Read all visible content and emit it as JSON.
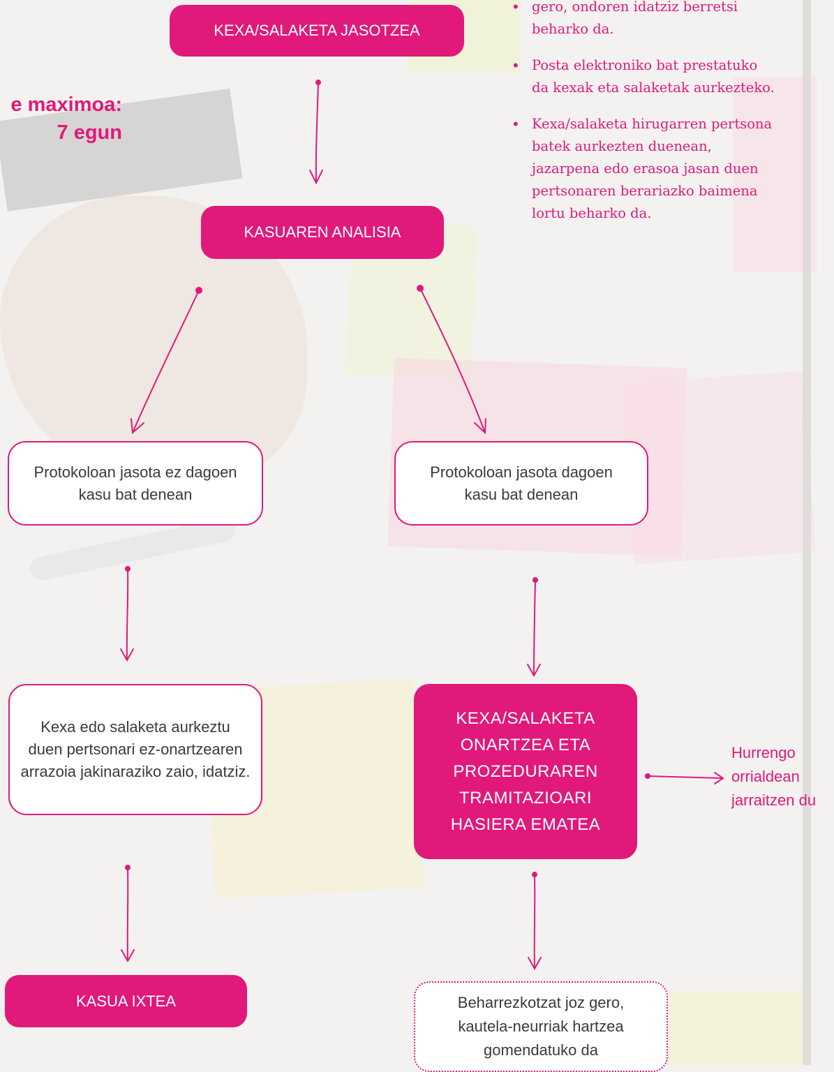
{
  "colors": {
    "accent": "#e0197a",
    "text": "#3a3a3a",
    "box_fill": "#ffffff",
    "background": "#f3f2f0"
  },
  "time_limit": {
    "text": "e maximoa:\n7 egun"
  },
  "notes": {
    "bullets": [
      "gero, ondoren idatziz berretsi\nbeharko da.",
      "Posta elektroniko bat prestatuko\nda kexak eta salaketak aurkezteko.",
      "Kexa/salaketa hirugarren pertsona\nbatek aurkezten duenean,\njazarpena edo erasoa jasan duen\npertsonaren berariazko baimena\nlortu beharko da."
    ]
  },
  "nodes": {
    "receive": "KEXA/SALAKETA JASOTZEA",
    "analysis": "KASUAREN ANALISIA",
    "not_in_protocol": "Protokoloan jasota ez dagoen\nkasu bat denean",
    "in_protocol": "Protokoloan jasota dagoen\nkasu bat denean",
    "inform_reason": "Kexa edo salaketa aurkeztu\nduen pertsonari ez-onartzearen\narrazoia jakinaraziko zaio, idatziz.",
    "accept_start": "KEXA/SALAKETA\nONARTZEA ETA\nPROZEDURAREN\nTRAMITAZIOARI\nHASIERA EMATEA",
    "close_case": "KASUA IXTEA",
    "precautions": "Beharrezkotzat joz gero,\nkautela-neurriak hartzea\ngomendatuko da"
  },
  "continue_note": "Hurrengo\norrialdean\njarraitzen du",
  "icons": {
    "bullet": "bullet-dot-icon",
    "arrow": "hand-drawn-arrow-icon"
  }
}
